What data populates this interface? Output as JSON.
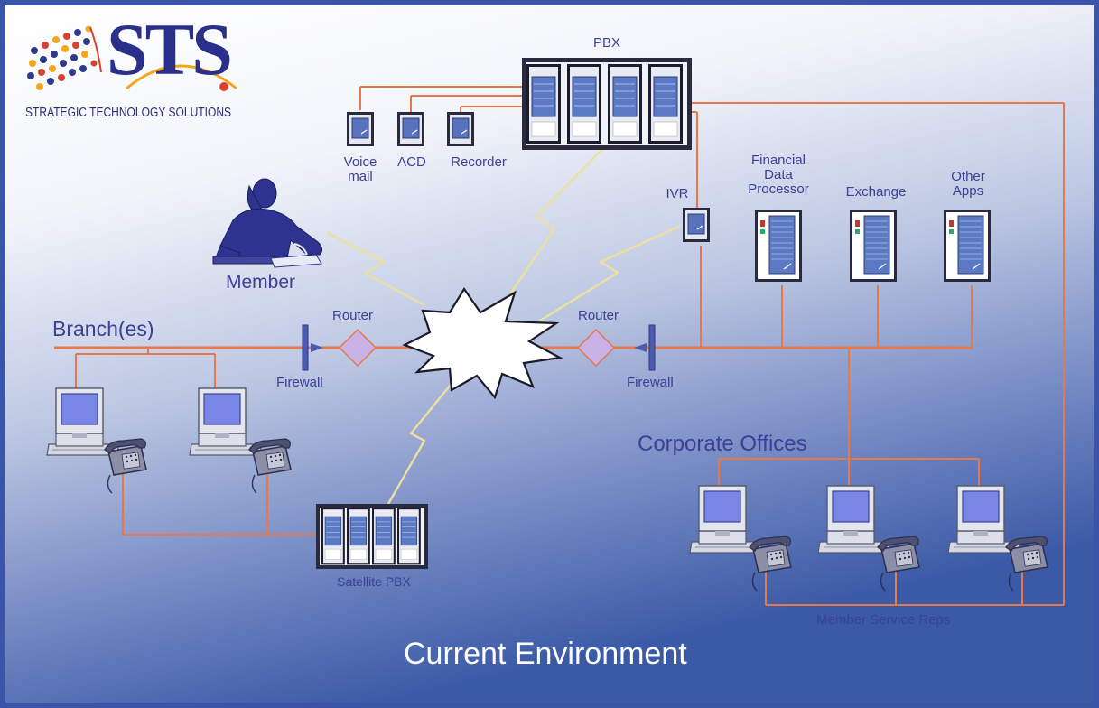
{
  "logo": {
    "mark": "STS",
    "subtitle": "STRATEGIC TECHNOLOGY SOLUTIONS"
  },
  "labels": {
    "pbx": "PBX",
    "voice_mail_line1": "Voice",
    "voice_mail_line2": "mail",
    "acd": "ACD",
    "recorder": "Recorder",
    "ivr": "IVR",
    "fdp_line1": "Financial",
    "fdp_line2": "Data",
    "fdp_line3": "Processor",
    "exchange": "Exchange",
    "other_apps_line1": "Other",
    "other_apps_line2": "Apps",
    "member": "Member",
    "branches": "Branch(es)",
    "router_left": "Router",
    "router_right": "Router",
    "firewall_left": "Firewall",
    "firewall_right": "Firewall",
    "corporate_offices": "Corporate Offices",
    "satellite_pbx": "Satellite PBX",
    "member_service_reps": "Member Service Reps",
    "caption": "Current Environment"
  },
  "icons": {
    "server": "server-rack-icon",
    "pbx": "pbx-cabinet-icon",
    "terminal": "terminal-box-icon",
    "workstation": "desktop-computer-icon",
    "phone": "desk-phone-icon",
    "router": "router-diamond-icon",
    "firewall": "firewall-bar-icon",
    "cloud": "network-cloud-burst-icon",
    "person": "member-on-phone-icon"
  },
  "colors": {
    "frame": "#3a55a8",
    "background_top": "#ffffff",
    "background_bottom": "#3b5aa6",
    "wire": "#e8784a",
    "lightning": "#ecdfa0",
    "label": "#3c3f96",
    "caption": "#ffffff",
    "router": "#c9b2e8",
    "firewall": "#4a5bb0"
  }
}
